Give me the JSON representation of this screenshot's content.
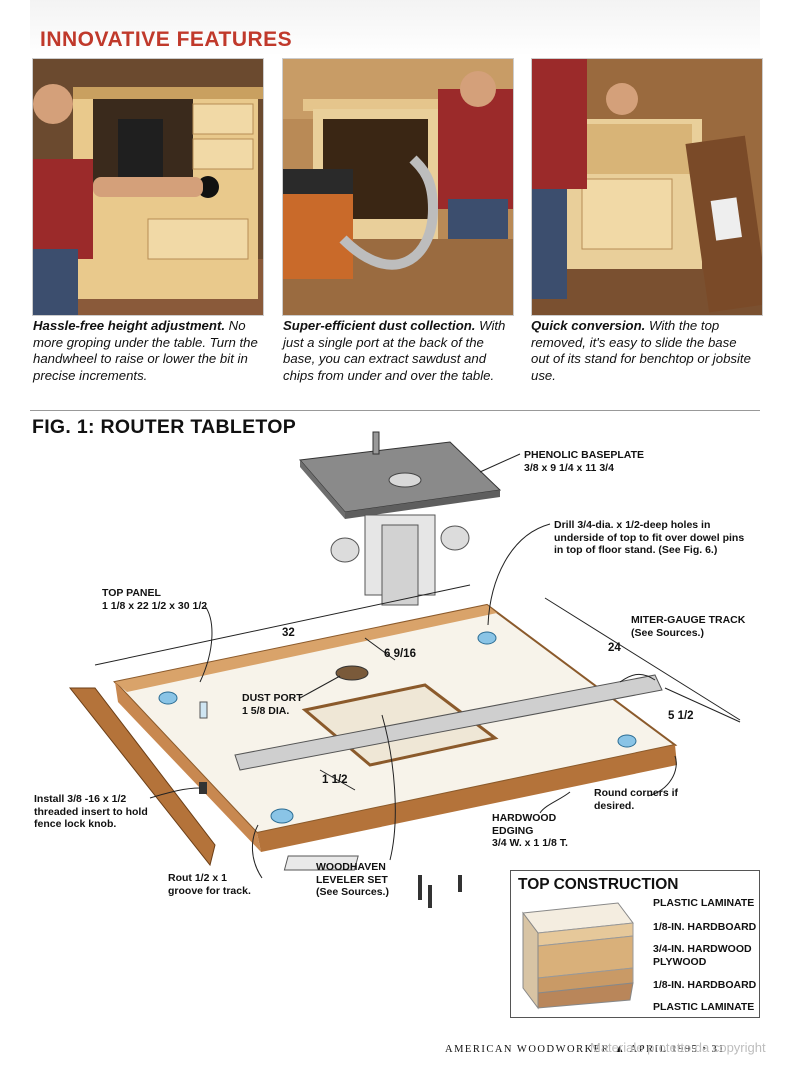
{
  "header": {
    "title": "INNOVATIVE FEATURES"
  },
  "captions": [
    {
      "bold": "Hassle-free height adjustment.",
      "text": " No more groping under the table. Turn the handwheel to raise or lower the bit in precise increments."
    },
    {
      "bold": "Super-efficient dust collection.",
      "text": " With just a single port at the back of the base, you can extract sawdust and chips from under and over the table."
    },
    {
      "bold": "Quick conversion.",
      "text": " With the top removed, it's easy to slide the base out of its stand for benchtop or jobsite use."
    }
  ],
  "figure": {
    "title": "FIG. 1: ROUTER TABLETOP",
    "labels": {
      "phenolic": "PHENOLIC BASEPLATE",
      "phenolic_dim": "3/8 x 9 1/4 x 11 3/4",
      "drill": "Drill 3/4-dia. x 1/2-deep holes in underside of top to fit over dowel pins in top of floor stand. (See Fig. 6.)",
      "top_panel": "TOP PANEL",
      "top_panel_dim": "1 1/8 x 22 1/2 x 30 1/2",
      "miter": "MITER-GAUGE TRACK (See Sources.)",
      "dust_port": "DUST PORT",
      "dust_port_dim": "1 5/8 DIA.",
      "insert": "Install 3/8 -16 x 1/2 threaded insert to hold fence lock knob.",
      "round": "Round corners if desired.",
      "hardwood": "HARDWOOD EDGING",
      "hardwood_dim": "3/4 W. x 1 1/8 T.",
      "rout": "Rout 1/2 x 1 groove for track.",
      "leveler": "WOODHAVEN LEVELER SET (See Sources.)"
    },
    "dims": {
      "d32": "32",
      "d24": "24",
      "d6916": "6 9/16",
      "d512": "5 1/2",
      "d112": "1 1/2"
    }
  },
  "construction": {
    "title": "TOP CONSTRUCTION",
    "layers": [
      "PLASTIC LAMINATE",
      "1/8-IN. HARDBOARD",
      "3/4-IN. HARDWOOD PLYWOOD",
      "1/8-IN. HARDBOARD",
      "PLASTIC LAMINATE"
    ]
  },
  "footer": {
    "text": "AMERICAN WOODWORKER ▲ APRIL 1995 • 31"
  },
  "watermark": "Materiale protetto da copyright"
}
